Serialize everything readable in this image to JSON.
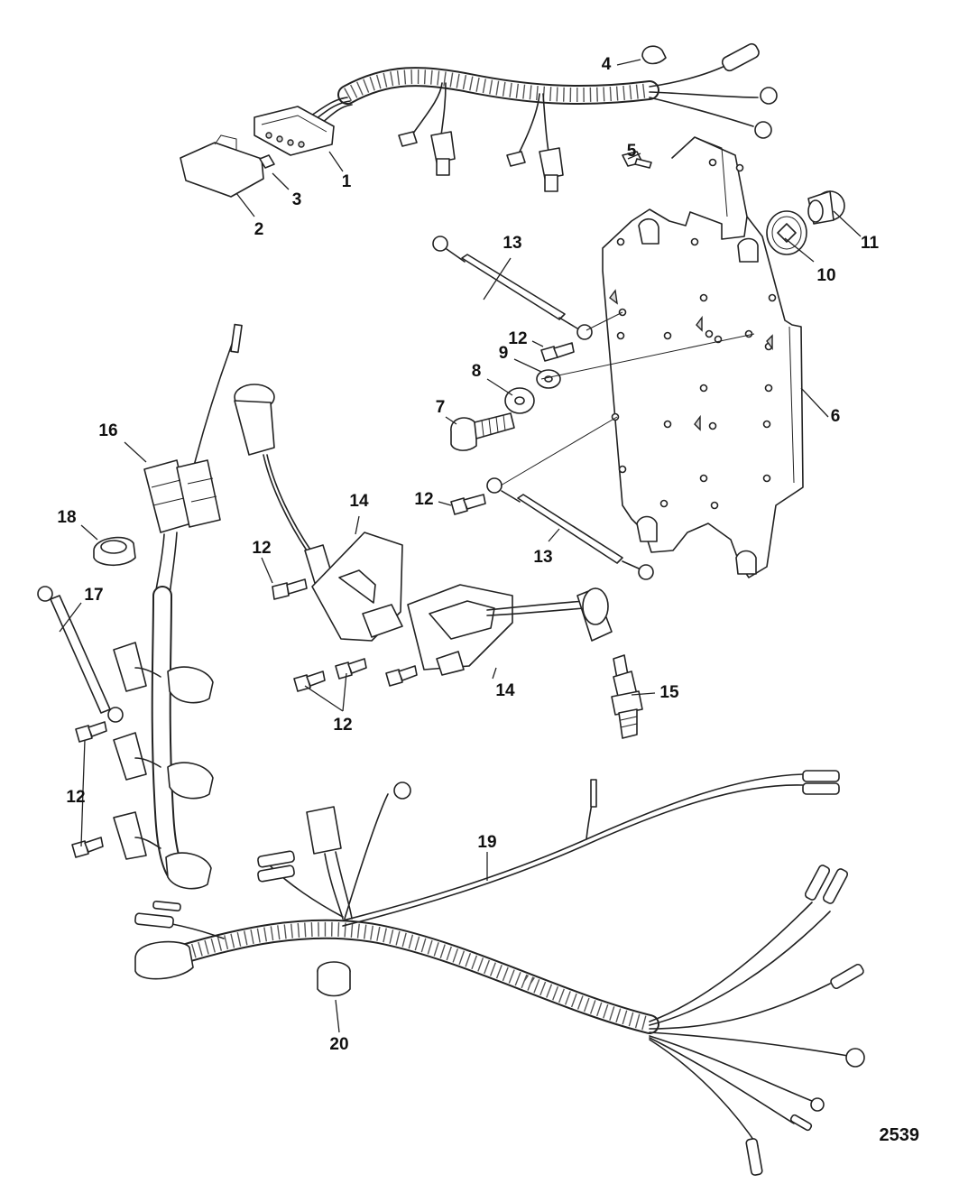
{
  "figure_number": "2539",
  "callouts": [
    "1",
    "2",
    "3",
    "4",
    "5",
    "6",
    "7",
    "8",
    "9",
    "10",
    "11",
    "12",
    "13",
    "14",
    "15",
    "16",
    "17",
    "18",
    "19",
    "20"
  ],
  "labels": {
    "c1": "1",
    "c2": "2",
    "c3": "3",
    "c4": "4",
    "c5": "5",
    "c6": "6",
    "c7": "7",
    "c8": "8",
    "c9": "9",
    "c10": "10",
    "c11": "11",
    "c12a": "12",
    "c12b": "12",
    "c12c": "12",
    "c12d": "12",
    "c12e": "12",
    "c13a": "13",
    "c13b": "13",
    "c14a": "14",
    "c14b": "14",
    "c15": "15",
    "c16": "16",
    "c17": "17",
    "c18": "18",
    "c19": "19",
    "c20": "20"
  }
}
